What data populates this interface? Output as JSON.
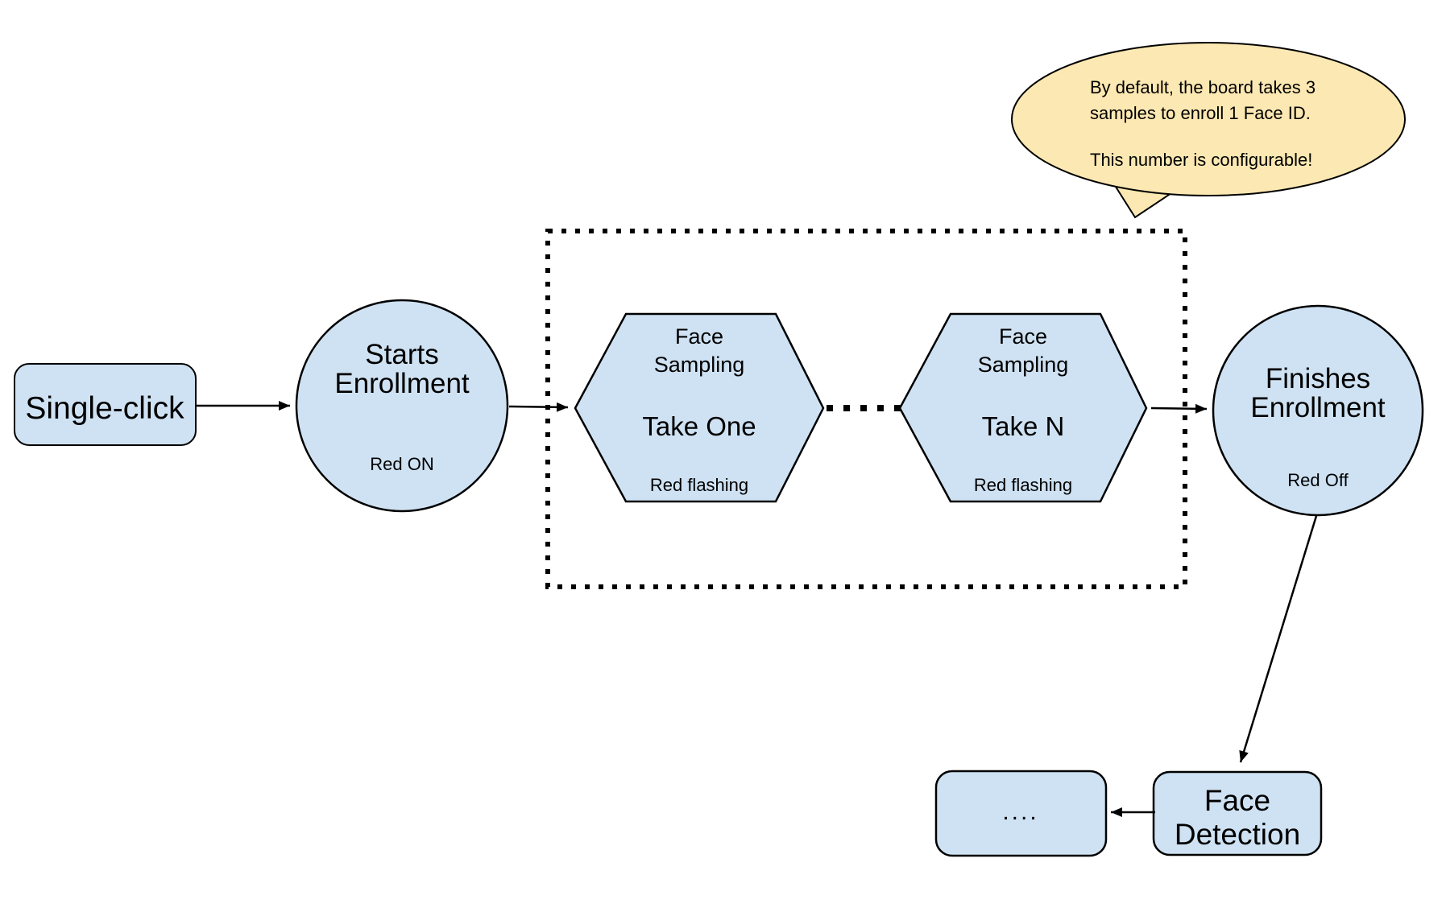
{
  "colors": {
    "node_fill": "#cfe2f3",
    "callout_fill": "#fce8b2",
    "outline": "#000000"
  },
  "nodes": {
    "single_click": {
      "label": "Single-click"
    },
    "starts_enrollment": {
      "line1": "Starts",
      "line2": "Enrollment",
      "status": "Red ON"
    },
    "face_sampling_one": {
      "line1": "Face",
      "line2": "Sampling",
      "line3": "Take One",
      "status": "Red flashing"
    },
    "face_sampling_n": {
      "line1": "Face",
      "line2": "Sampling",
      "line3": "Take N",
      "status": "Red flashing"
    },
    "finishes_enrollment": {
      "line1": "Finishes",
      "line2": "Enrollment",
      "status": "Red Off"
    },
    "face_detection": {
      "line1": "Face",
      "line2": "Detection"
    },
    "continuation": {
      "label": "...."
    }
  },
  "callout": {
    "line1": "By default, the board takes 3",
    "line2": "samples to enroll 1 Face ID.",
    "line3": "This number is configurable!"
  }
}
